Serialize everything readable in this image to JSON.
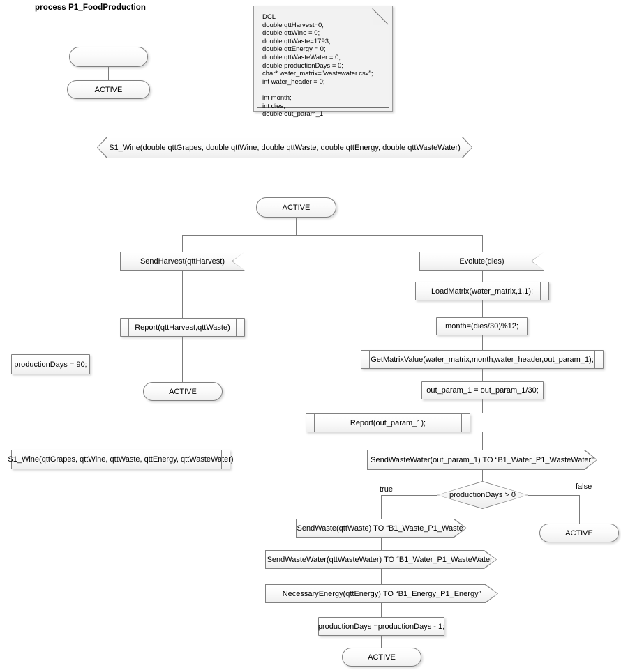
{
  "diagram": {
    "title": "process P1_FoodProduction",
    "type": "sdl-process-diagram",
    "colors": {
      "shape_border": "#808080",
      "shape_fill": "#fafafa",
      "connector": "#7b7b7b",
      "text": "#000000",
      "note_fill": "#f1f1f1"
    }
  },
  "dcl_note": {
    "name": "DCL",
    "text": "DCL\ndouble qttHarvest=0;\ndouble qttWine = 0;\ndouble qttWaste=1793;\ndouble qttEnergy = 0;\ndouble qttWasteWater = 0;\ndouble productionDays = 0;\nchar* water_matrix=\"wastewater.csv\";\nint water_header = 0;\n\nint month;\nint dies;\ndouble out_param_1;"
  },
  "start_branch": {
    "start_state_label": "",
    "next_state_label": "ACTIVE"
  },
  "signal_declaration": {
    "label": "S1_Wine(double qttGrapes, double qttWine, double qttWaste, double qttEnergy, double qttWasteWater)"
  },
  "main_state": {
    "label": "ACTIVE"
  },
  "left_branch": {
    "input_label": "SendHarvest(qttHarvest)",
    "call_label": "Report(qttHarvest,qttWaste)",
    "end_state_label": "ACTIVE"
  },
  "right_branch": {
    "input_label": "Evolute(dies)",
    "steps": [
      {
        "kind": "call",
        "label": "LoadMatrix(water_matrix,1,1);"
      },
      {
        "kind": "task",
        "label": "month=(dies/30)%12;"
      },
      {
        "kind": "call",
        "label": "GetMatrixValue(water_matrix,month,water_header,out_param_1);"
      },
      {
        "kind": "task",
        "label": "out_param_1 = out_param_1/30;"
      },
      {
        "kind": "call",
        "label": "Report(out_param_1);"
      },
      {
        "kind": "output",
        "label": "SendWasteWater(out_param_1) TO “B1_Water_P1_WasteWater”"
      }
    ]
  },
  "decision": {
    "condition": "productionDays > 0",
    "true_label": "true",
    "false_label": "false"
  },
  "true_branch": {
    "steps": [
      {
        "kind": "output",
        "label": "SendWaste(qttWaste) TO “B1_Waste_P1_Waste”"
      },
      {
        "kind": "output",
        "label": "SendWasteWater(qttWasteWater) TO “B1_Water_P1_WasteWater”"
      },
      {
        "kind": "output",
        "label": "NecessaryEnergy(qttEnergy) TO “B1_Energy_P1_Energy”"
      },
      {
        "kind": "task",
        "label": "productionDays =productionDays - 1;"
      }
    ],
    "end_state_label": "ACTIVE"
  },
  "false_branch": {
    "end_state_label": "ACTIVE"
  },
  "detached": {
    "production_days_task": "productionDays = 90;",
    "s1_wine_call": "S1_Wine(qttGrapes, qttWine, qttWaste, qttEnergy, qttWasteWater)"
  }
}
